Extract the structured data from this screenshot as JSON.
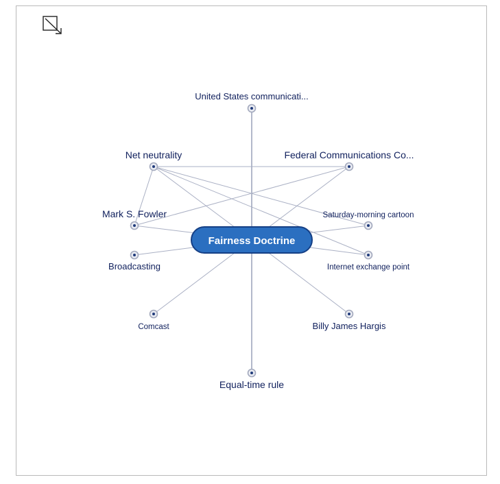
{
  "center": {
    "label": "Fairness Doctrine",
    "color": "#2b6fc0"
  },
  "toolbar": {
    "expand_icon": "expand-arrow-icon"
  },
  "nodes": [
    {
      "id": "us-comm",
      "label": "United States communicati..."
    },
    {
      "id": "net-neutrality",
      "label": "Net neutrality"
    },
    {
      "id": "fcc",
      "label": "Federal Communications Co..."
    },
    {
      "id": "mark-fowler",
      "label": "Mark S. Fowler"
    },
    {
      "id": "saturday-cartoon",
      "label": "Saturday-morning cartoon"
    },
    {
      "id": "broadcasting",
      "label": "Broadcasting"
    },
    {
      "id": "ixp",
      "label": "Internet exchange point"
    },
    {
      "id": "comcast",
      "label": "Comcast"
    },
    {
      "id": "billy-hargis",
      "label": "Billy James Hargis"
    },
    {
      "id": "equal-time",
      "label": "Equal-time rule"
    }
  ],
  "edges": [
    [
      "center",
      "us-comm"
    ],
    [
      "center",
      "net-neutrality"
    ],
    [
      "center",
      "fcc"
    ],
    [
      "center",
      "mark-fowler"
    ],
    [
      "center",
      "saturday-cartoon"
    ],
    [
      "center",
      "broadcasting"
    ],
    [
      "center",
      "ixp"
    ],
    [
      "center",
      "comcast"
    ],
    [
      "center",
      "billy-hargis"
    ],
    [
      "center",
      "equal-time"
    ],
    [
      "net-neutrality",
      "fcc"
    ],
    [
      "net-neutrality",
      "mark-fowler"
    ],
    [
      "net-neutrality",
      "ixp"
    ],
    [
      "net-neutrality",
      "saturday-cartoon"
    ],
    [
      "mark-fowler",
      "fcc"
    ]
  ]
}
